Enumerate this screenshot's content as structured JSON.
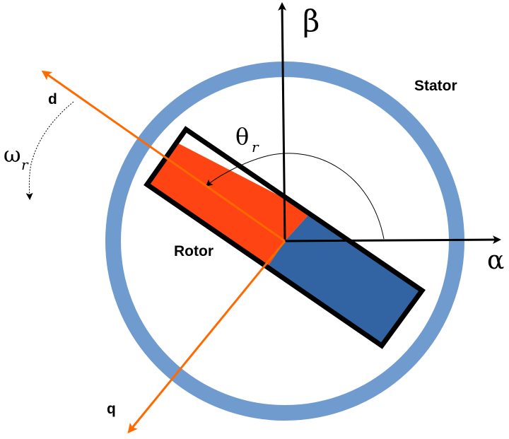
{
  "labels": {
    "stator": "Stator",
    "rotor": "Rotor",
    "d_axis": "d",
    "q_axis": "q",
    "alpha_axis": "α",
    "beta_axis": "β",
    "theta_symbol": "θ",
    "theta_sub": "r",
    "omega_symbol": "ω",
    "omega_sub": "r"
  },
  "colors": {
    "stator_ring": "#6f9bcf",
    "rotor_north": "#ff4413",
    "rotor_south": "#3264a3",
    "rotor_outline": "#000000",
    "axis_dq": "#ff6a00",
    "axis_ab": "#000000"
  }
}
